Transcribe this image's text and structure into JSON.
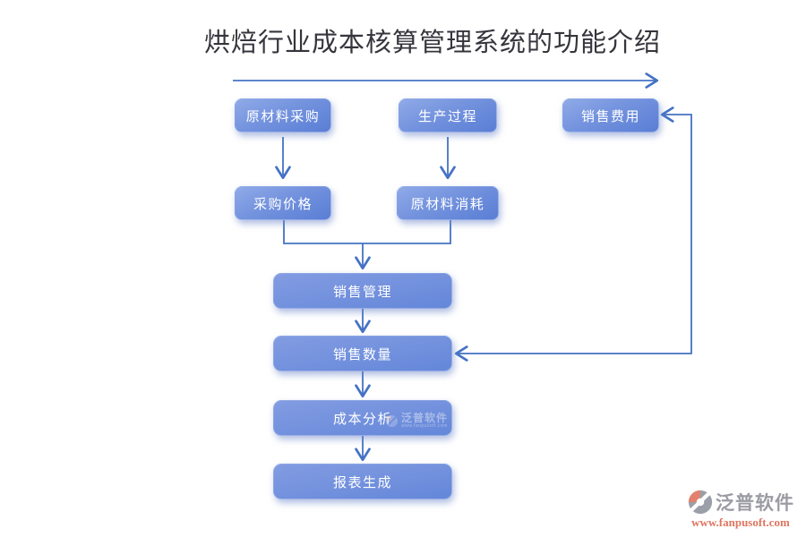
{
  "title": "烘焙行业成本核算管理系统的功能介绍",
  "flowchart": {
    "nodes": {
      "raw_material_purchase": "原材料采购",
      "production_process": "生产过程",
      "sales_expense": "销售费用",
      "purchase_price": "采购价格",
      "raw_material_consumption": "原材料消耗",
      "sales_management": "销售管理",
      "sales_quantity": "销售数量",
      "cost_analysis": "成本分析",
      "report_generation": "报表生成"
    },
    "edges": [
      {
        "from": "原材料采购",
        "to": "采购价格"
      },
      {
        "from": "生产过程",
        "to": "原材料消耗"
      },
      {
        "from": "采购价格",
        "to": "销售管理"
      },
      {
        "from": "原材料消耗",
        "to": "销售管理"
      },
      {
        "from": "销售管理",
        "to": "销售数量"
      },
      {
        "from": "销售数量",
        "to": "成本分析"
      },
      {
        "from": "成本分析",
        "to": "报表生成"
      },
      {
        "from": "销售数量",
        "to": "销售费用",
        "style": "double-arrow-feedback"
      }
    ]
  },
  "watermark": {
    "brand": "泛普软件",
    "url": "www.fanpusoft.com"
  },
  "logo": {
    "brand": "泛普软件",
    "url": "www.fanpusoft.com"
  },
  "colors": {
    "node_fill_light": "#90AAE8",
    "node_fill_dark": "#5A7ED5",
    "arrow": "#4472C4",
    "title_text": "#35353C",
    "logo_brand": "#9B9BA3",
    "logo_url": "#DE7560",
    "logo_icon_gray": "#9BA0A8",
    "logo_icon_red": "#E2826E"
  }
}
